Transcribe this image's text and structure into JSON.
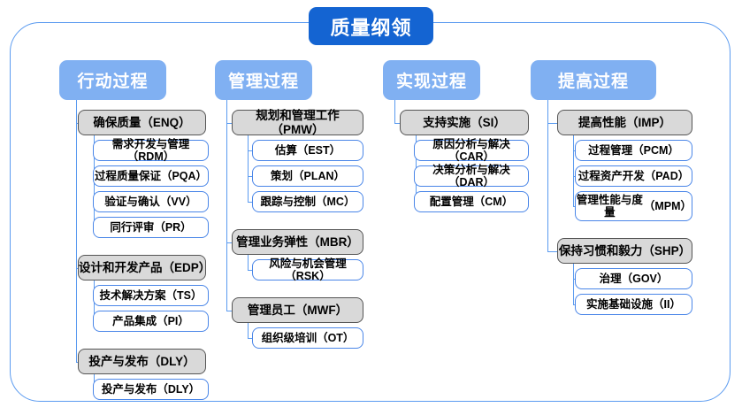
{
  "diagram": {
    "root": {
      "label": "质量纲领"
    },
    "colors": {
      "root_fill": "#1464d2",
      "column_header_fill": "#80b0f2",
      "group_fill": "#d9d9d9",
      "group_border": "#555555",
      "leaf_border": "#4a86e8",
      "frame_border": "#5b9bf0",
      "connector": "#5b9bf0"
    },
    "columns": [
      {
        "header": "行动过程",
        "groups": [
          {
            "label": "确保质量（ENQ）",
            "children": [
              "需求开发与管理（RDM）",
              "过程质量保证（PQA）",
              "验证与确认（VV）",
              "同行评审（PR）"
            ]
          },
          {
            "label": "设计和开发产品（EDP）",
            "children": [
              "技术解决方案（TS）",
              "产品集成（PI）"
            ]
          },
          {
            "label": "投产与发布（DLY）",
            "children": [
              "投产与发布（DLY）"
            ]
          }
        ]
      },
      {
        "header": "管理过程",
        "groups": [
          {
            "label": "规划和管理工作（PMW）",
            "children": [
              "估算（EST）",
              "策划（PLAN）",
              "跟踪与控制（MC）"
            ]
          },
          {
            "label": "管理业务弹性（MBR）",
            "children": [
              "风险与机会管理（RSK）"
            ]
          },
          {
            "label": "管理员工（MWF）",
            "children": [
              "组织级培训（OT）"
            ]
          }
        ]
      },
      {
        "header": "实现过程",
        "groups": [
          {
            "label": "支持实施（SI）",
            "children": [
              "原因分析与解决（CAR）",
              "决策分析与解决（DAR）",
              "配置管理（CM）"
            ]
          }
        ]
      },
      {
        "header": "提高过程",
        "groups": [
          {
            "label": "提高性能（IMP）",
            "children": [
              "过程管理（PCM）",
              "过程资产开发（PAD）",
              "管理性能与度量\n（MPM）"
            ]
          },
          {
            "label": "保持习惯和毅力（SHP）",
            "children": [
              "治理（GOV）",
              "实施基础设施（II）"
            ]
          }
        ]
      }
    ]
  }
}
